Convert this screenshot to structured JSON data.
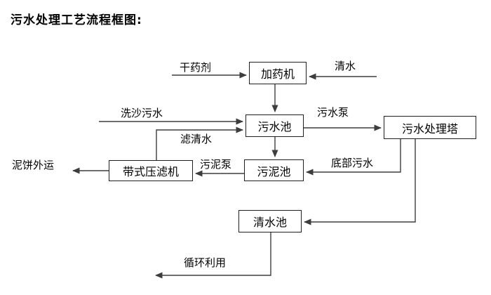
{
  "title": "污水处理工艺流程框图:",
  "nodes": {
    "dosing_machine": "加药机",
    "sewage_pool": "污水池",
    "treatment_tower": "污水处理塔",
    "belt_filter_press": "带式压滤机",
    "sludge_pool": "污泥池",
    "clean_water_pool": "清水池"
  },
  "labels": {
    "dry_agent": "干药剂",
    "clean_water": "清水",
    "sand_wash_sewage": "洗沙污水",
    "filtered_water": "滤清水",
    "sewage_pump": "污水泵",
    "bottom_sewage": "底部污水",
    "sludge_pump": "污泥泵",
    "mud_cake_out": "泥饼外运",
    "recycle": "循环利用"
  },
  "colors": {
    "line": "#3d3d3d",
    "box_border": "#1f1f1f",
    "text": "#000000",
    "background": "#ffffff"
  }
}
